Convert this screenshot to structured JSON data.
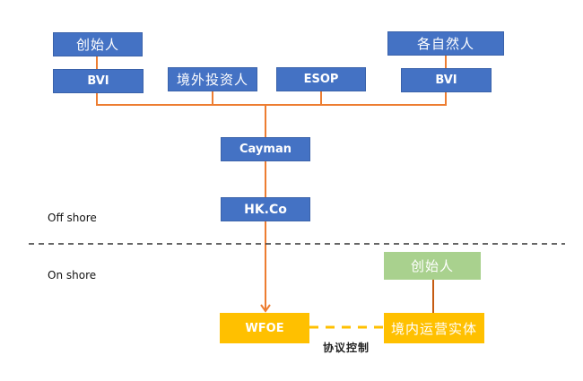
{
  "diagram": {
    "offshore": {
      "top_row": {
        "founder": "创始人",
        "bvi_left": "BVI",
        "foreign_investors": "境外投资人",
        "esop": "ESOP",
        "individuals": "各自然人",
        "bvi_right": "BVI"
      },
      "cayman": "Cayman",
      "hkco": "HK.Co",
      "region_label": "Off shore"
    },
    "onshore": {
      "region_label": "On shore",
      "founder": "创始人",
      "wfoe": "WFOE",
      "domestic_entity": "境内运营实体",
      "control_label": "协议控制"
    },
    "colors": {
      "blue_box": "#4472c4",
      "gold_box": "#ffc000",
      "green_box": "#a9d18e",
      "connector": "#ed7d31",
      "divider": "#333333"
    }
  }
}
